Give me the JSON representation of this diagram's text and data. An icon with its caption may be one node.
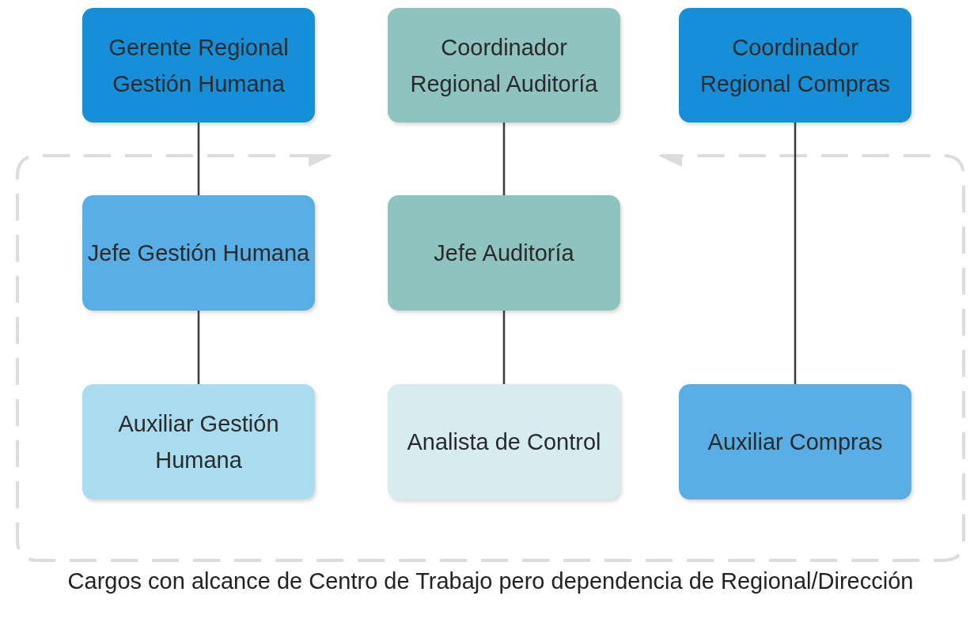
{
  "diagram": {
    "nodes": [
      {
        "text": [
          "Gerente Regional Gestión Humana"
        ]
      },
      {
        "text": [
          "Coordinador Regional Auditoría"
        ]
      },
      {
        "text": [
          "Coordinador Regional Compras"
        ]
      },
      {
        "text": [
          "Cargos con alcance de Centro de Trabajo pero dependencia de Regional/Dirección"
        ]
      },
      {
        "text": [
          "Jefe Gestión Humana"
        ],
        "in": 3
      },
      {
        "text": [
          "Jefe Auditoría"
        ],
        "in": 3
      },
      {
        "text": [
          "Auxiliar Gestión Humana"
        ],
        "in": 3
      },
      {
        "text": [
          "Analista de Control"
        ],
        "in": 3
      },
      {
        "text": [
          "Auxiliar Compras"
        ],
        "in": 3
      }
    ],
    "edges": [
      {
        "from": 0,
        "to": 4,
        "arrow": "none"
      },
      {
        "from": 4,
        "to": 6,
        "arrow": "none"
      },
      {
        "from": 1,
        "to": 5,
        "arrow": "none"
      },
      {
        "from": 5,
        "to": 7,
        "arrow": "none"
      },
      {
        "from": 2,
        "to": 8,
        "arrow": "none"
      }
    ]
  }
}
